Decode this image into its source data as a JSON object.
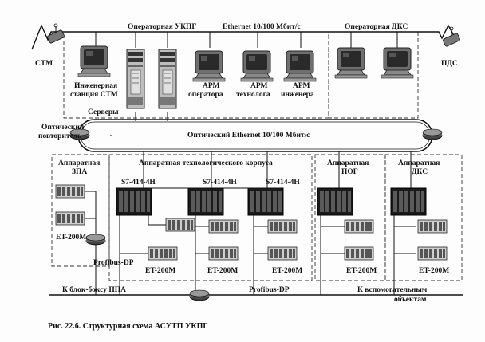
{
  "diagram": {
    "top": {
      "operator_ukpg": "Операторная УКПГ",
      "ethernet": "Ethernet 10/100 Мбит/с",
      "operator_dks": "Операторная ДКС",
      "stm": "СТМ",
      "pds": "ПДС",
      "eng_station_1": "Инженерная",
      "eng_station_2": "станция СТМ",
      "servers": "Серверы",
      "arm_operator_1": "АРМ",
      "arm_operator_2": "оператора",
      "arm_technologist_1": "АРМ",
      "arm_technologist_2": "технолога",
      "arm_engineer_1": "АРМ",
      "arm_engineer_2": "инженера"
    },
    "ring": {
      "repeater_1": "Оптический",
      "repeater_2": "повторитель",
      "optical_ethernet": "Оптический Ethernet 10/100 Мбит/с"
    },
    "rooms": {
      "zpa_1": "Аппаратная",
      "zpa_2": "ЗПА",
      "tech_corpus": "Аппаратная технологического корпуса",
      "pog_1": "Аппаратная",
      "pog_2": "ПОГ",
      "dks_1": "Аппаратная",
      "dks_2": "ДКС"
    },
    "devices": {
      "plc_1": "S7-414-4H",
      "plc_2": "S7-414-4H",
      "plc_3": "S7-414-4H",
      "et_zpa": "ET-200M",
      "profibus_zpa": "Profibus-DP",
      "et_tech_1": "ET-200M",
      "et_tech_2": "ET-200M",
      "et_tech_3": "ET-200M",
      "et_pog": "ET-200M",
      "et_dks": "ET-200M"
    },
    "bottom": {
      "to_block_box": "К блок-боксу ППА",
      "profibus": "Profibus-DP",
      "aux_1": "К вспомогательным",
      "aux_2": "объектам"
    },
    "caption": "Рис. 22.6. Структурная схема АСУТП УКПГ"
  }
}
